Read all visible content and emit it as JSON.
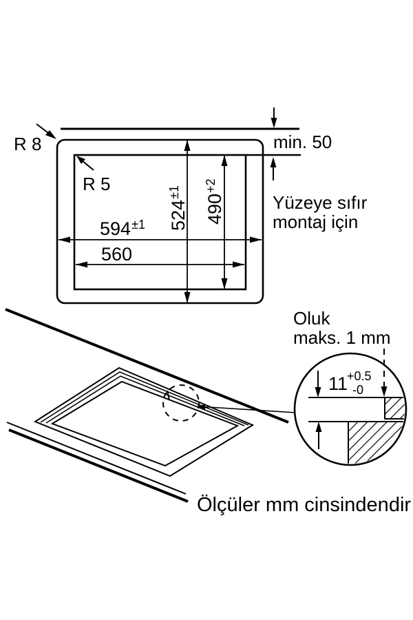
{
  "colors": {
    "line": "#000000",
    "background": "#ffffff"
  },
  "top_view": {
    "r_outer_label": "R 8",
    "r_inner_label": "R 5",
    "min_distance_label": "min. 50",
    "width_outer_value": "594",
    "width_outer_tol": "±1",
    "width_inner_value": "560",
    "height_outer_value": "524",
    "height_outer_tol": "±1",
    "height_inner_value": "490",
    "height_inner_tol": "+2",
    "flush_note_line1": "Yüzeye sıfır",
    "flush_note_line2": "montaj için"
  },
  "detail_view": {
    "groove_label_line1": "Oluk",
    "groove_label_line2": "maks. 1 mm",
    "depth_value": "11",
    "depth_tol_upper": "+0.5",
    "depth_tol_lower": "-0"
  },
  "footer_note": "Ölçüler mm cinsindendir"
}
